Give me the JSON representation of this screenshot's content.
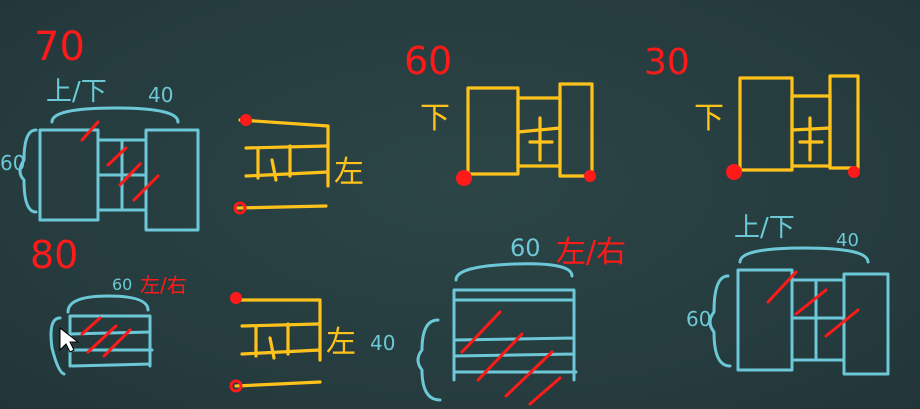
{
  "colors": {
    "board": "#263d3f",
    "red": "#ff1a1a",
    "blue": "#6cc8d6",
    "yellow": "#ffc21a"
  },
  "sketches": {
    "top_left": {
      "angle": "70",
      "direction": "上/下",
      "depth": "40",
      "height": "60"
    },
    "top_second": {
      "side": "左"
    },
    "top_center": {
      "angle": "60",
      "direction": "下"
    },
    "top_right": {
      "angle": "30",
      "direction": "下"
    },
    "bottom_left": {
      "angle": "80",
      "top": "60",
      "side": "左/右"
    },
    "bottom_second": {
      "side": "左",
      "depth": "40"
    },
    "bottom_center": {
      "top": "60",
      "side": "左/右"
    },
    "bottom_right": {
      "direction": "上/下",
      "depth": "40",
      "height": "60"
    }
  },
  "cursor": {
    "icon": "mouse-pointer-icon"
  }
}
